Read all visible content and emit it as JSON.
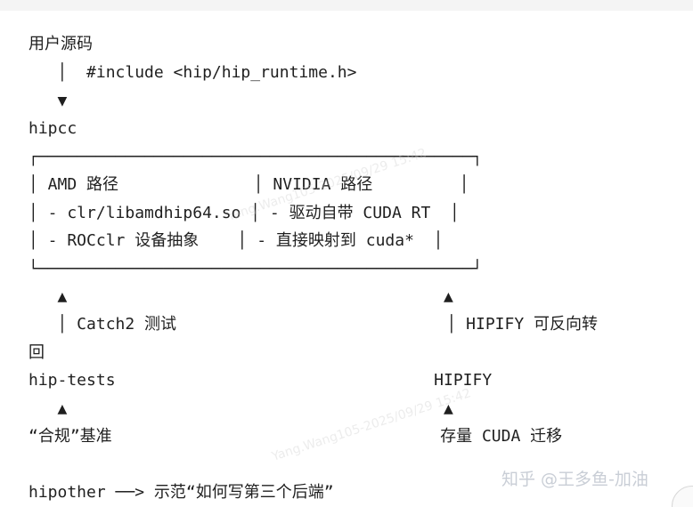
{
  "code_lines": [
    "用户源码",
    "   │  #include <hip/hip_runtime.h>",
    "   ▼",
    "hipcc",
    "┌─────────────────────────────────────────────┐",
    "│ AMD 路径              │ NVIDIA 路径         │",
    "│ - clr/libamdhip64.so │ - 驱动自带 CUDA RT  │",
    "│ - ROCclr 设备抽象    │ - 直接映射到 cuda*  │",
    "└─────────────────────────────────────────────┘",
    "",
    "   ▲                                       ▲",
    "   │ Catch2 测试                            │ HIPIFY 可反向转",
    "回",
    "hip-tests                                 HIPIFY",
    "   ▲                                       ▲",
    "“合规”基准                                  存量 CUDA 迁移",
    "",
    "hipother ──> 示范“如何写第三个后端”"
  ],
  "watermark": "知乎 @王多鱼-加油",
  "ghost_marks": [
    "Yang.Wang105-2025/09/29 15:42",
    "Yang.Wang105-2025/09/29 15:42"
  ]
}
